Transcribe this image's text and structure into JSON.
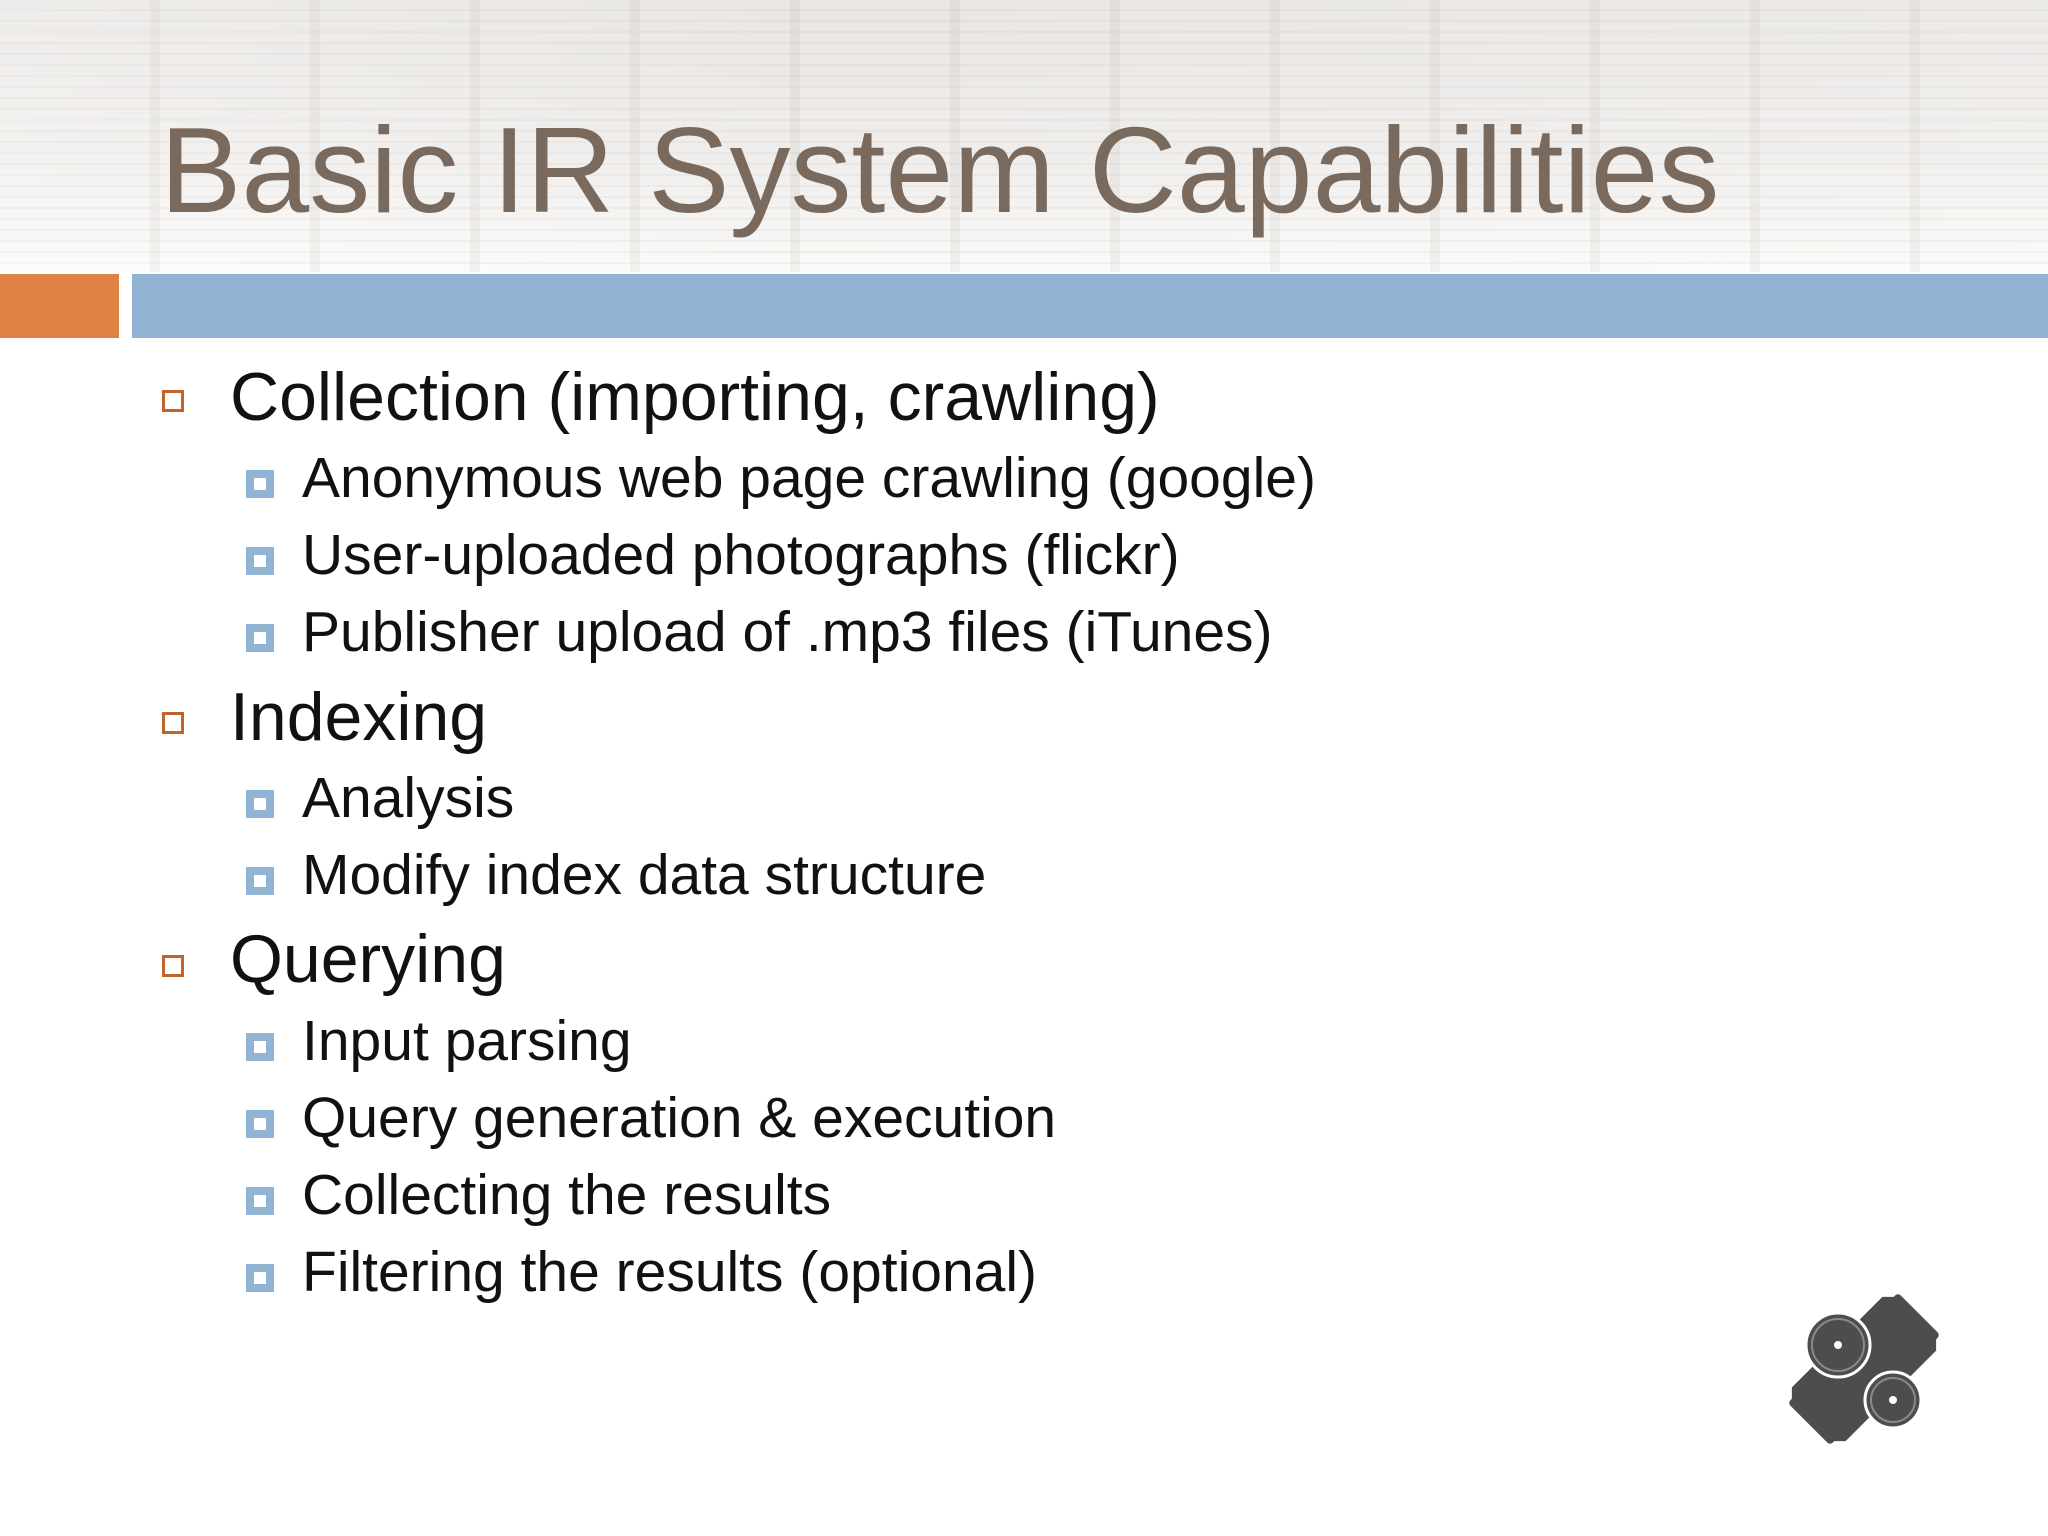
{
  "slide": {
    "title": "Basic IR System Capabilities",
    "colors": {
      "title": "#7a6a5e",
      "accent_orange": "#e08244",
      "accent_blue": "#92b4d4",
      "text": "#111111"
    },
    "sections": [
      {
        "label": "Collection (importing, crawling)",
        "items": [
          "Anonymous web page crawling (google)",
          "User-uploaded photographs (flickr)",
          "Publisher upload of .mp3 files (iTunes)"
        ]
      },
      {
        "label": "Indexing",
        "items": [
          "Analysis",
          "Modify index data structure"
        ]
      },
      {
        "label": "Querying",
        "items": [
          "Input parsing",
          "Query generation & execution",
          "Collecting the results",
          "Filtering the results (optional)"
        ]
      }
    ],
    "logo_icon": "film-reel-logo-icon"
  }
}
